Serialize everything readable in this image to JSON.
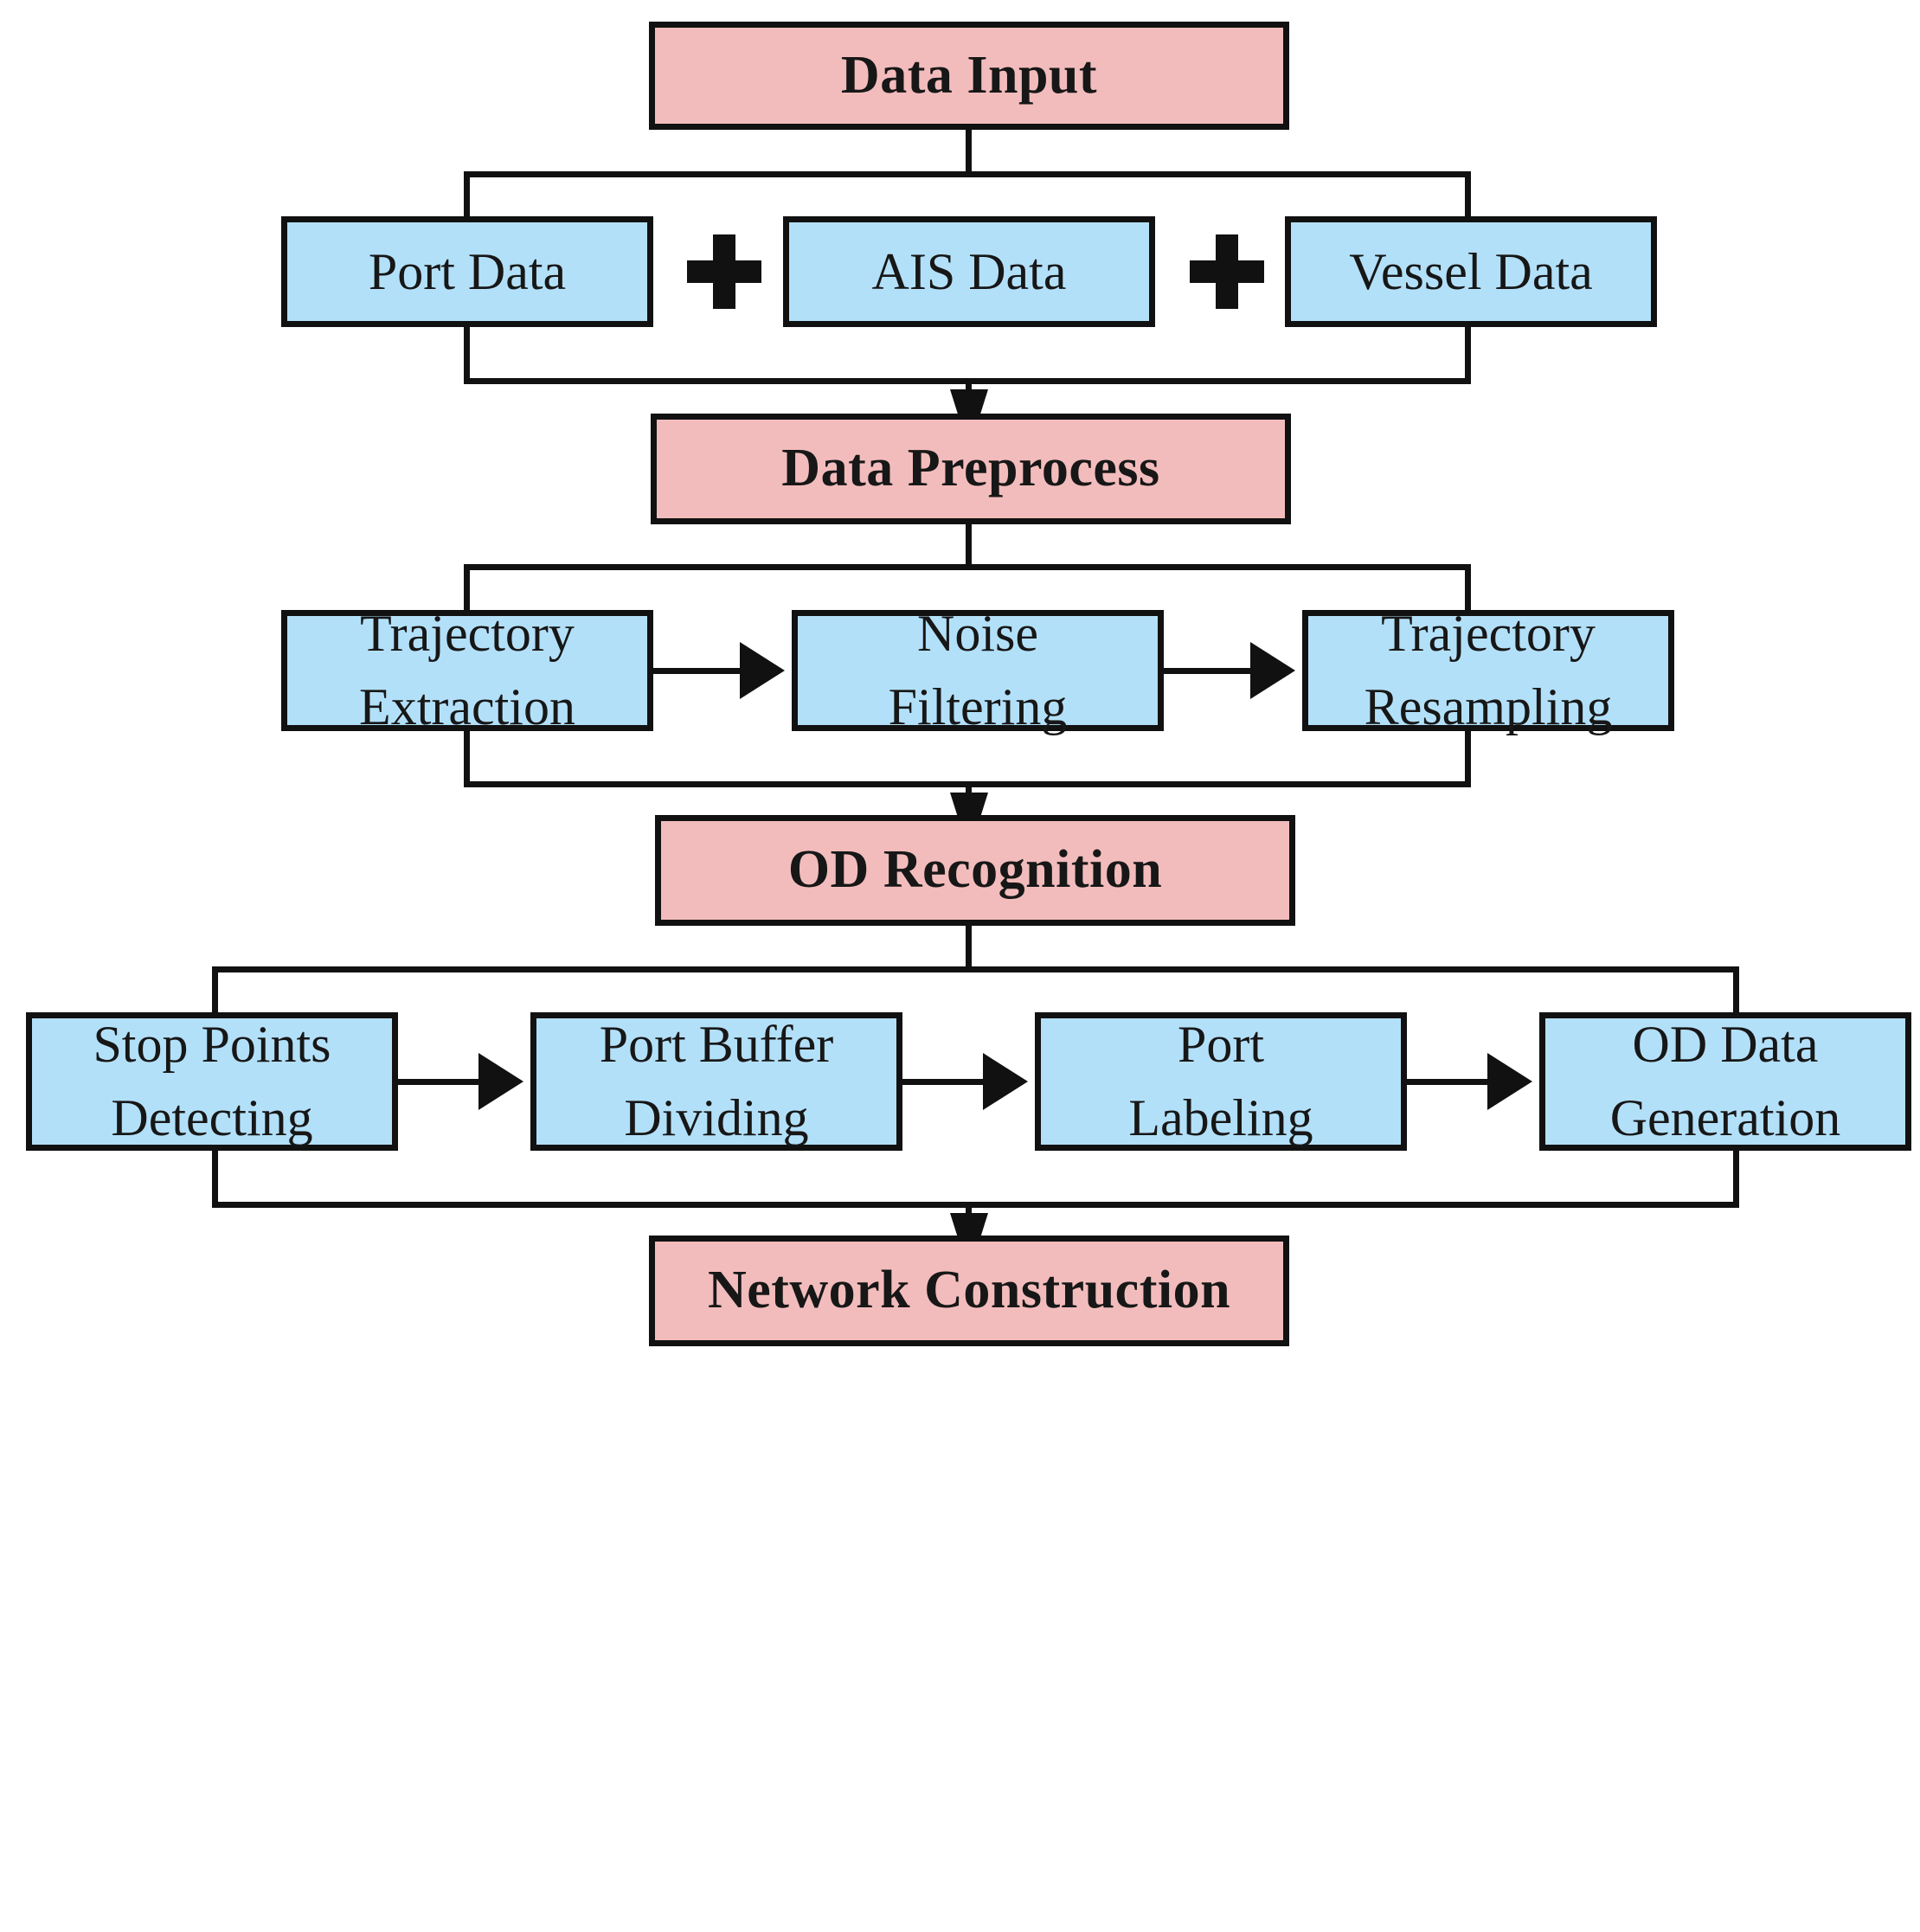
{
  "diagram": {
    "title": "Data processing and OD network construction workflow",
    "colors": {
      "stage_fill": "#f3bcbc",
      "step_fill": "#b3e0f9",
      "stroke": "#111111",
      "background": "#ffffff"
    },
    "stages": [
      {
        "id": "data-input",
        "label": "Data Input"
      },
      {
        "id": "data-preprocess",
        "label": "Data Preprocess"
      },
      {
        "id": "od-recognition",
        "label": "OD Recognition"
      },
      {
        "id": "network-construction",
        "label": "Network Construction"
      }
    ],
    "groups": [
      {
        "id": "input-sources",
        "parent": "data-input",
        "connector": "plus",
        "steps": [
          {
            "id": "port-data",
            "line1": "Port Data",
            "line2": ""
          },
          {
            "id": "ais-data",
            "line1": "AIS Data",
            "line2": ""
          },
          {
            "id": "vessel-data",
            "line1": "Vessel Data",
            "line2": ""
          }
        ],
        "separators": [
          "+",
          "+"
        ]
      },
      {
        "id": "preprocess-steps",
        "parent": "data-preprocess",
        "connector": "arrow",
        "steps": [
          {
            "id": "trajectory-extraction",
            "line1": "Trajectory",
            "line2": "Extraction"
          },
          {
            "id": "noise-filtering",
            "line1": "Noise",
            "line2": "Filtering"
          },
          {
            "id": "trajectory-resampling",
            "line1": "Trajectory",
            "line2": "Resampling"
          }
        ]
      },
      {
        "id": "od-steps",
        "parent": "od-recognition",
        "connector": "arrow",
        "steps": [
          {
            "id": "stop-points-detecting",
            "line1": "Stop Points",
            "line2": "Detecting"
          },
          {
            "id": "port-buffer-dividing",
            "line1": "Port Buffer",
            "line2": "Dividing"
          },
          {
            "id": "port-labeling",
            "line1": "Port",
            "line2": "Labeling"
          },
          {
            "id": "od-data-generation",
            "line1": "OD Data",
            "line2": "Generation"
          }
        ]
      }
    ]
  }
}
